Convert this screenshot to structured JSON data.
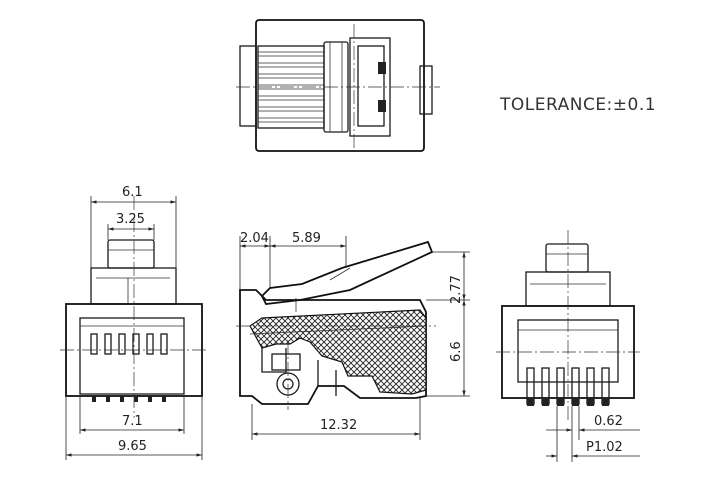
{
  "note": {
    "tolerance": "TOLERANCE:±0.1"
  },
  "dimensions": {
    "front_total_width": "6.1",
    "front_latch_width": "3.25",
    "front_contact_span": "7.1",
    "front_body_width": "9.65",
    "side_offset_a": "2.04",
    "side_offset_b": "5.89",
    "side_length": "12.32",
    "side_latch_height": "2.77",
    "side_body_height": "6.6",
    "rear_pin_width": "0.62",
    "rear_pitch": "P1.02"
  }
}
